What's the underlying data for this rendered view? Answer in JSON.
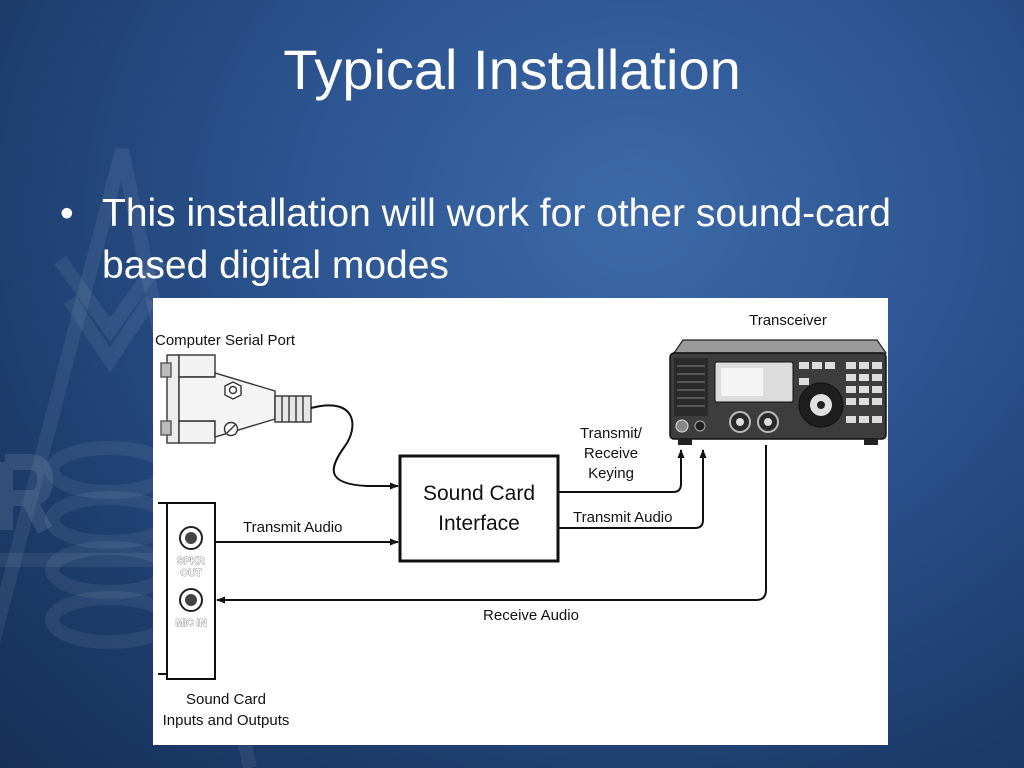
{
  "slide": {
    "title": "Typical Installation",
    "bullets": [
      "This installation will work for other sound-card based digital modes"
    ],
    "bullet_symbol": "•"
  },
  "diagram": {
    "labels": {
      "serial_port": "Computer Serial Port",
      "transceiver": "Transceiver",
      "sound_card_interface_line1": "Sound Card",
      "sound_card_interface_line2": "Interface",
      "transmit_audio_left": "Transmit Audio",
      "transmit_audio_right": "Transmit Audio",
      "tx_rx_keying_line1": "Transmit/",
      "tx_rx_keying_line2": "Receive",
      "tx_rx_keying_line3": "Keying",
      "receive_audio": "Receive Audio",
      "spkr_out_line1": "SPKR",
      "spkr_out_line2": "OUT",
      "mic_in": "MIC IN",
      "sound_card_line1": "Sound Card",
      "sound_card_line2": "Inputs and Outputs"
    }
  },
  "colors": {
    "background": "#2c5490",
    "text": "#ffffff",
    "diagram_bg": "#ffffff"
  }
}
